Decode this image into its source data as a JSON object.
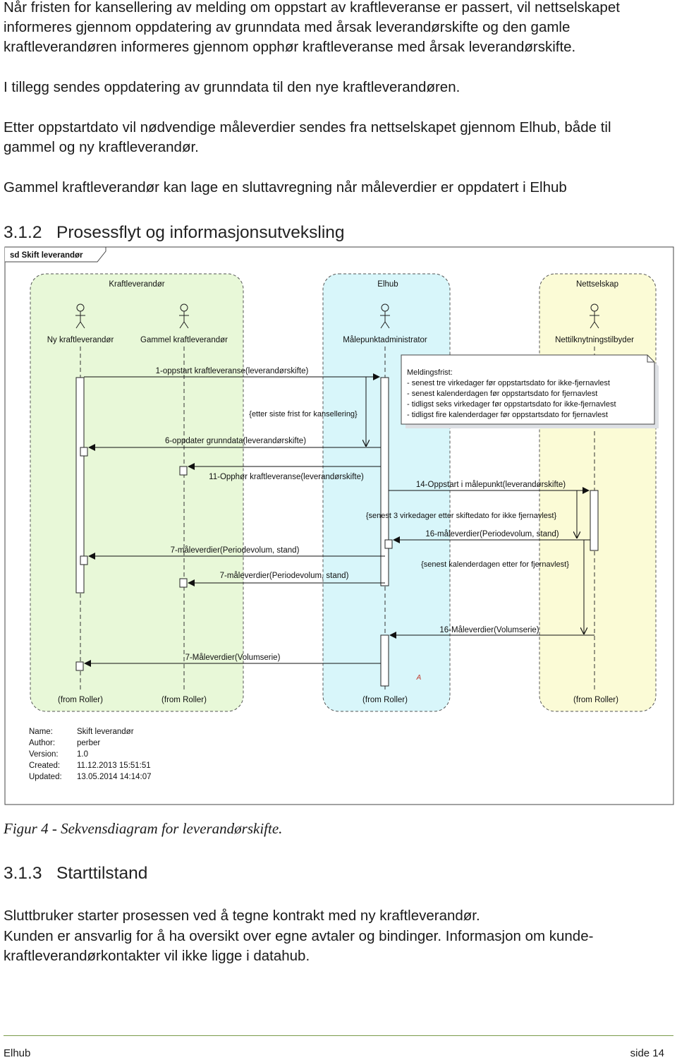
{
  "intro": {
    "p1": [
      "Når fristen for kansellering av melding om oppstart av kraftleveranse er passert, vil nettselskapet",
      "informeres gjennom oppdatering av grunndata med årsak leverandørskifte og den gamle",
      "kraftleverandøren informeres gjennom opphør kraftleveranse med årsak leverandørskifte."
    ],
    "p2": "I tillegg sendes oppdatering av grunndata til den nye kraftleverandøren.",
    "p3": [
      "Etter oppstartdato vil nødvendige måleverdier sendes fra nettselskapet gjennom Elhub, både til",
      "gammel og ny kraftleverandør."
    ],
    "p4": "Gammel kraftleverandør kan lage en sluttavregning når måleverdier er oppdatert i Elhub"
  },
  "section_312": {
    "number": "3.1.2",
    "title": "Prosessflyt og informasjonsutveksling"
  },
  "diagram": {
    "frame_label": "sd Skift leverandør",
    "swimlanes": [
      {
        "title": "Kraftleverandør",
        "color": "#e8f8d8"
      },
      {
        "title": "Elhub",
        "color": "#d8f6fa"
      },
      {
        "title": "Nettselskap",
        "color": "#fbfbd6"
      }
    ],
    "actors": {
      "ny": "Ny kraftleverandør",
      "gammel": "Gammel kraftleverandør",
      "maalepunkt": "Målepunktadministrator",
      "nett": "Nettilknytningstilbyder"
    },
    "from_roller": [
      "(from Roller)",
      "(from Roller)",
      "(from Roller)",
      "(from Roller)"
    ],
    "messages": {
      "m1": "1-oppstart kraftleveranse(leverandørskifte)",
      "c1": "{etter siste frist for kansellering}",
      "m6": "6-oppdater grunndata(leverandørskifte)",
      "m11": "11-Opphør kraftleveranse(leverandørskifte)",
      "m14": "14-Oppstart i målepunkt(leverandørskifte)",
      "c2": "{senest 3 virkedager etter skiftedato for ikke fjernavlest}",
      "m16a": "16-måleverdier(Periodevolum, stand)",
      "m7a": "7-måleverdier(Periodevolum, stand)",
      "c3": "{senest kalenderdagen etter for fjernavlest}",
      "m7b": "7-måleverdier(Periodevolum, stand)",
      "m16b": "16-Måleverdier(Volumserie)",
      "m7c": "7-Måleverdier(Volumserie)",
      "a": "A"
    },
    "note": {
      "lines": [
        "Meldingsfrist:",
        "- senest tre virkedager før oppstartsdato for ikke-fjernavlest",
        "- senest kalenderdagen før oppstartsdato for fjernavlest",
        "- tidligst seks virkedager før oppstartsdato for ikke-fjernavlest",
        "- tidligst fire kalenderdager før oppstartsdato for fjernavlest"
      ]
    },
    "meta": [
      {
        "key": "Name:",
        "value": "Skift leverandør"
      },
      {
        "key": "Author:",
        "value": "perber"
      },
      {
        "key": "Version:",
        "value": "1.0"
      },
      {
        "key": "Created:",
        "value": "11.12.2013 15:51:51"
      },
      {
        "key": "Updated:",
        "value": "13.05.2014 14:14:07"
      }
    ]
  },
  "figure_caption": "Figur 4 - Sekvensdiagram for leverandørskifte.",
  "section_313": {
    "number": "3.1.3",
    "title": "Starttilstand"
  },
  "outro": {
    "p1": "Sluttbruker starter prosessen ved å tegne kontrakt med ny kraftleverandør.",
    "p2": [
      "Kunden er ansvarlig for å ha oversikt over egne avtaler og bindinger. Informasjon om kunde-",
      "kraftleverandørkontakter vil ikke ligge i datahub."
    ]
  },
  "footer": {
    "left": "Elhub",
    "right": "side 14"
  }
}
